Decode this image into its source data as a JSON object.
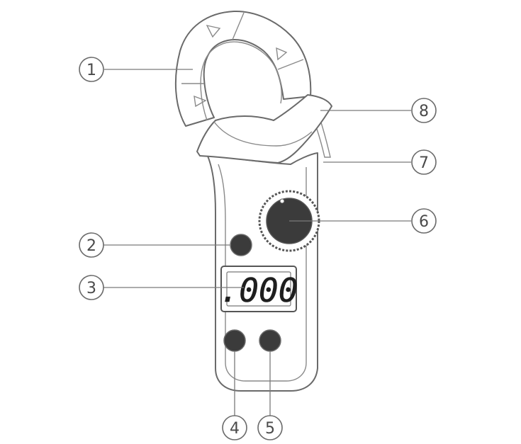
{
  "display": {
    "reading": ".000"
  },
  "callouts": [
    {
      "id": "1",
      "label": "1"
    },
    {
      "id": "2",
      "label": "2"
    },
    {
      "id": "3",
      "label": "3"
    },
    {
      "id": "4",
      "label": "4"
    },
    {
      "id": "5",
      "label": "5"
    },
    {
      "id": "6",
      "label": "6"
    },
    {
      "id": "7",
      "label": "7"
    },
    {
      "id": "8",
      "label": "8"
    }
  ]
}
